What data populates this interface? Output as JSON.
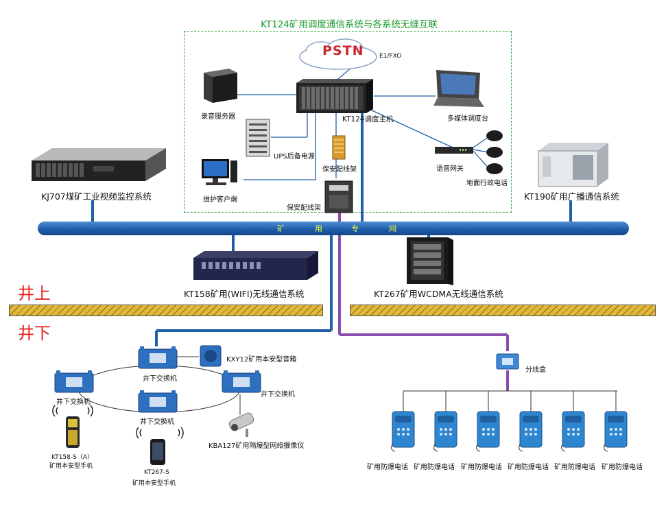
{
  "title": "KT124矿用调度通信系统与各系统无缝互联",
  "pstn": {
    "label": "PSTN",
    "link": "E1/FXO"
  },
  "nodes": {
    "recording_server": "录音服务器",
    "ups": "UPS后备电源",
    "maintenance_client": "维护客户端",
    "dispatch_host": "KT124调度主机",
    "distribution_frame_1": "保安配线架",
    "distribution_frame_2": "保安配线架",
    "multimedia_console": "多媒体调度台",
    "voice_gateway": "语音网关",
    "admin_phone": "地面行政电话",
    "video_system": "KJ707煤矿工业视频监控系统",
    "broadcast_system": "KT190矿用广播通信系统",
    "wifi_system": "KT158矿用(WIFI)无线通信系统",
    "wcdma_system": "KT267矿用WCDMA无线通信系统",
    "switch_top": "井下交换机",
    "switch_left": "井下交换机",
    "switch_right": "井下交换机",
    "switch_bottom": "井下交换机",
    "speaker": "KXY12矿用本安型音箱",
    "camera": "KBA127矿用隔爆型网络摄像仪",
    "handset_a_model": "KT158-S（A）",
    "handset_a_desc": "矿用本安型手机",
    "handset_b_model": "KT267-S",
    "handset_b_desc": "矿用本安型手机",
    "junction_box": "分线盒"
  },
  "bus": {
    "chars": [
      "矿",
      "用",
      "专",
      "网"
    ]
  },
  "zones": {
    "above": "井上",
    "below": "井下"
  },
  "phones": [
    "矿用防爆电话",
    "矿用防爆电话",
    "矿用防爆电话",
    "矿用防爆电话",
    "矿用防爆电话",
    "矿用防爆电话"
  ],
  "colors": {
    "title": "#1a9a2a",
    "bus": "#1e5aa6",
    "purple_line": "#8a4db0",
    "zone": "#e42020",
    "device_blue": "#2f6fc0"
  }
}
